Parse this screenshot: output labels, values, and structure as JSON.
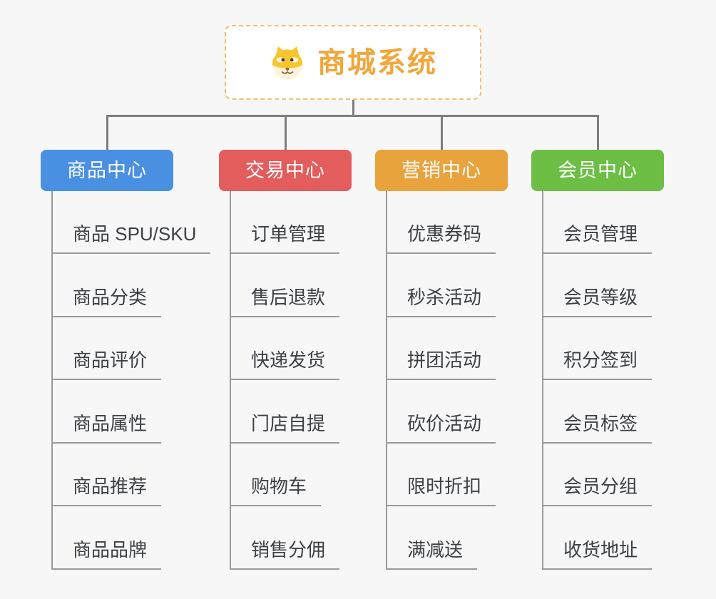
{
  "page": {
    "background": "#F7F7F8"
  },
  "root": {
    "icon": "dog-face-icon",
    "title": "商城系统",
    "title_color": "#F0A73C",
    "border_color": "#F5BE6B",
    "background": "#FFFFFF"
  },
  "lines": {
    "connector_color": "#7E7E7E",
    "branch_line_color": "#9A9A9A"
  },
  "branches": [
    {
      "label": "商品中心",
      "color": "#4A90E2",
      "items": [
        "商品 SPU/SKU",
        "商品分类",
        "商品评价",
        "商品属性",
        "商品推荐",
        "商品品牌"
      ]
    },
    {
      "label": "交易中心",
      "color": "#E35D5D",
      "items": [
        "订单管理",
        "售后退款",
        "快递发货",
        "门店自提",
        "购物车",
        "销售分佣"
      ]
    },
    {
      "label": "营销中心",
      "color": "#E8A33D",
      "items": [
        "优惠券码",
        "秒杀活动",
        "拼团活动",
        "砍价活动",
        "限时折扣",
        "满减送"
      ]
    },
    {
      "label": "会员中心",
      "color": "#6CBE45",
      "items": [
        "会员管理",
        "会员等级",
        "积分签到",
        "会员标签",
        "会员分组",
        "收货地址"
      ]
    }
  ]
}
